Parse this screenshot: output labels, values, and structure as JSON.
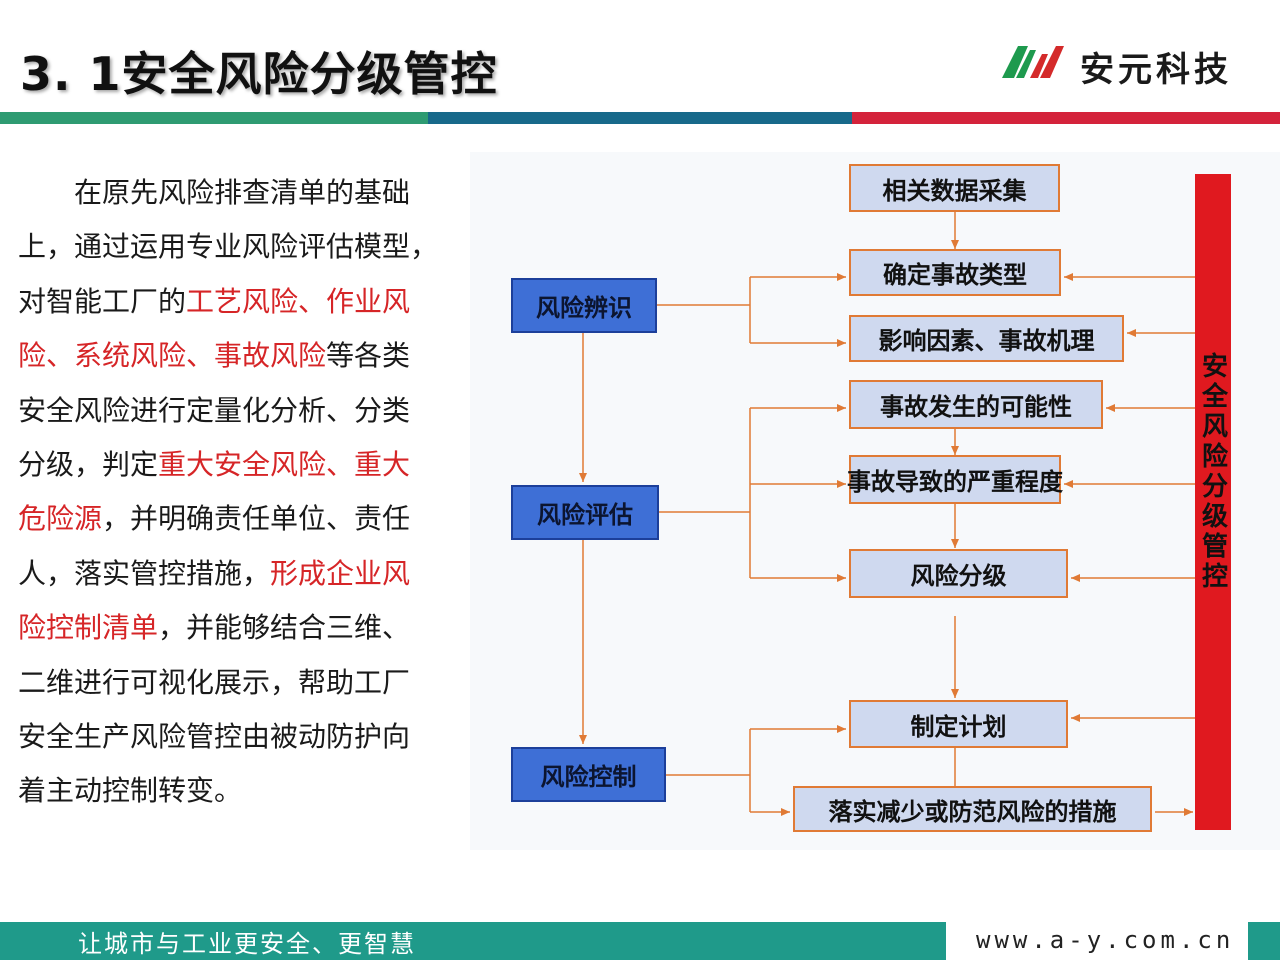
{
  "header": {
    "title": "3. 1安全风险分级管控",
    "logo_text": "安元科技"
  },
  "colors": {
    "stripe_green": "#2e9b72",
    "stripe_teal": "#17698a",
    "stripe_red": "#d4233b",
    "accent_red": "#d62527",
    "left_box_blue": "#3e6fd6",
    "right_box_fill": "#cfd9ef",
    "arrow_orange": "#e07a35",
    "side_bar_red": "#e0191f",
    "footer_teal": "#1f9a8a"
  },
  "paragraph": {
    "lines": [
      [
        {
          "t": "　　在原先风险排查清单的基础",
          "red": false
        }
      ],
      [
        {
          "t": "上，通过运用专业风险评估模型，",
          "red": false
        }
      ],
      [
        {
          "t": "对智能工厂的",
          "red": false
        },
        {
          "t": "工艺风险、作业风",
          "red": true
        }
      ],
      [
        {
          "t": "险、系统风险、事故风险",
          "red": true
        },
        {
          "t": "等各类",
          "red": false
        }
      ],
      [
        {
          "t": "安全风险进行定量化分析、分类",
          "red": false
        }
      ],
      [
        {
          "t": "分级，判定",
          "red": false
        },
        {
          "t": "重大安全风险、重大",
          "red": true
        }
      ],
      [
        {
          "t": "危险源",
          "red": true
        },
        {
          "t": "，并明确责任单位、责任",
          "red": false
        }
      ],
      [
        {
          "t": "人，落实管控措施，",
          "red": false
        },
        {
          "t": "形成企业风",
          "red": true
        }
      ],
      [
        {
          "t": "险控制清单",
          "red": true
        },
        {
          "t": "，并能够结合三维、",
          "red": false
        }
      ],
      [
        {
          "t": "二维进行可视化展示，帮助工厂",
          "red": false
        }
      ],
      [
        {
          "t": "安全生产风险管控由被动防护向",
          "red": false
        }
      ],
      [
        {
          "t": "着主动控制转变。",
          "red": false
        }
      ]
    ]
  },
  "flowchart": {
    "left_nodes": {
      "identify": "风险辨识",
      "assess": "风险评估",
      "control": "风险控制"
    },
    "right_nodes": {
      "collect": "相关数据采集",
      "type": "确定事故类型",
      "factors": "影响因素、事故机理",
      "probability": "事故发生的可能性",
      "severity": "事故导致的严重程度",
      "grading": "风险分级",
      "plan": "制定计划",
      "measures": "落实减少或防范风险的措施"
    },
    "side_bar": "安全风险分级管控"
  },
  "footer": {
    "slogan": "让城市与工业更安全、更智慧",
    "website": "www.a-y.com.cn"
  }
}
